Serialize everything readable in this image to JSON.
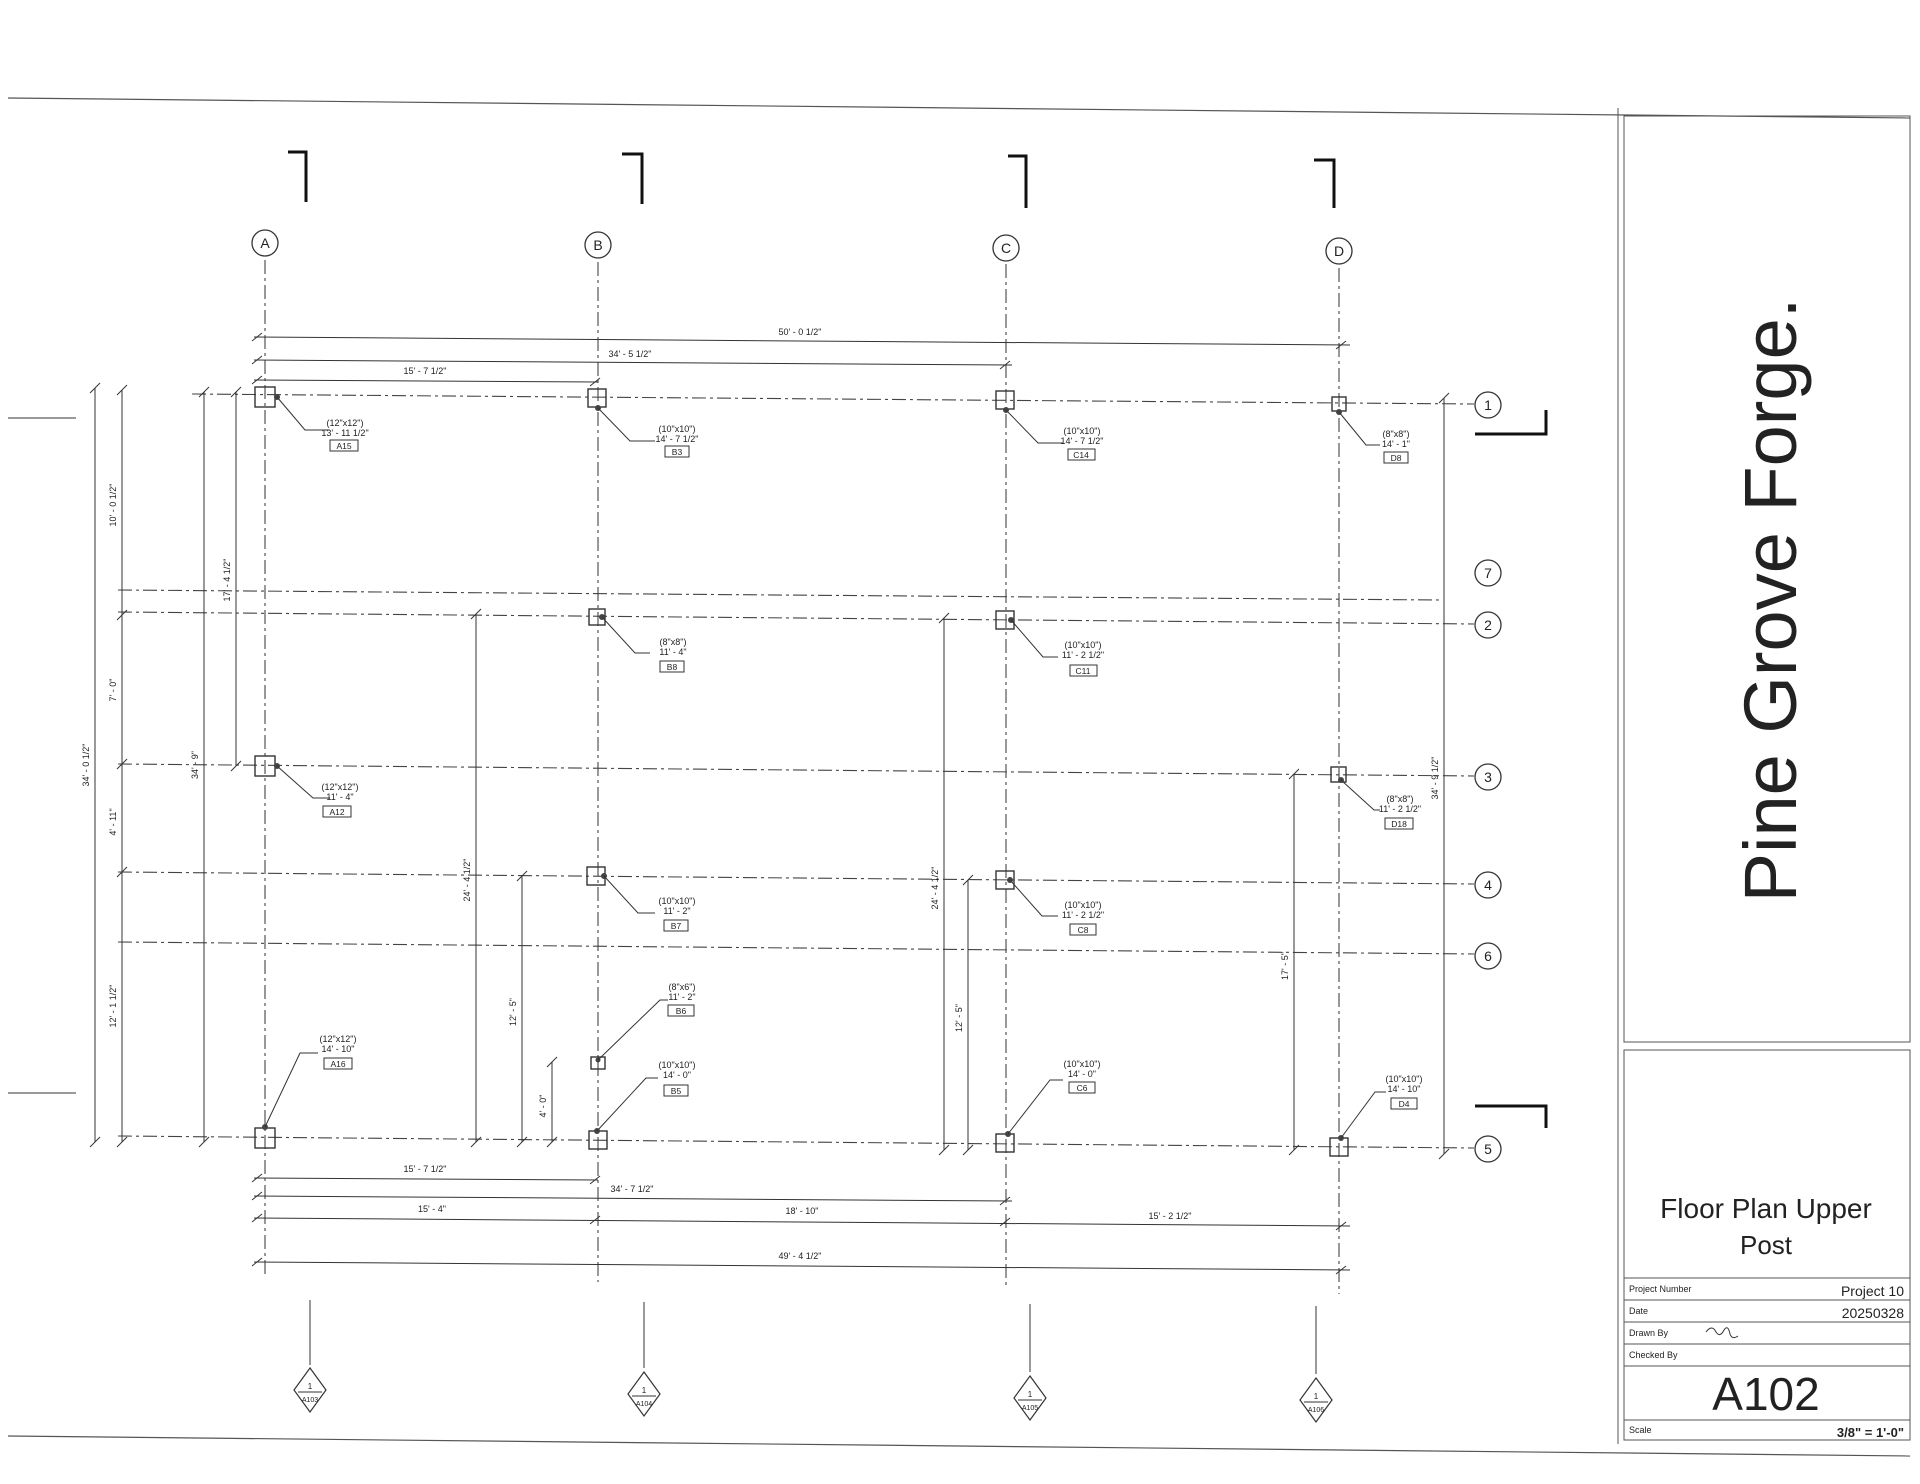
{
  "project": {
    "firm_name": "Pine Grove Forge.",
    "sheet_title_line1": "Floor Plan Upper",
    "sheet_title_line2": "Post",
    "labels": {
      "project_number": "Project Number",
      "date": "Date",
      "drawn_by": "Drawn By",
      "checked_by": "Checked By",
      "scale": "Scale"
    },
    "project_number": "Project 10",
    "date": "20250328",
    "sheet_number": "A102",
    "scale": "3/8\" = 1'-0\""
  },
  "grid_columns": [
    "A",
    "B",
    "C",
    "D"
  ],
  "grid_rows": [
    "1",
    "7",
    "2",
    "3",
    "4",
    "6",
    "5"
  ],
  "dimensions": {
    "top": [
      "50' - 0 1/2\"",
      "34' - 5 1/2\"",
      "15' - 7 1/2\""
    ],
    "bottom": [
      "15' - 7 1/2\"",
      "34' - 7 1/2\"",
      "15' - 4\"",
      "18' - 10\"",
      "15' - 2 1/2\"",
      "49' - 4 1/2\""
    ],
    "left": [
      "10' - 0 1/2\"",
      "7' - 0\"",
      "4' - 11\"",
      "12' - 1 1/2\"",
      "34' - 0 1/2\"",
      "34' - 9\"",
      "17' - 4 1/2\""
    ],
    "interior": [
      "24' - 4 1/2\"",
      "12' - 5\"",
      "4' - 0\"",
      "24' - 4 1/2\"",
      "12' - 5\"",
      "17' - 5\""
    ],
    "right": "34' - 9 1/2\""
  },
  "posts": [
    {
      "id": "A15",
      "size": "(12\"x12\")",
      "height": "13' - 11 1/2\""
    },
    {
      "id": "B3",
      "size": "(10\"x10\")",
      "height": "14' - 7 1/2\""
    },
    {
      "id": "C14",
      "size": "(10\"x10\")",
      "height": "14' - 7 1/2\""
    },
    {
      "id": "D8",
      "size": "(8\"x8\")",
      "height": "14' - 1\""
    },
    {
      "id": "B8",
      "size": "(8\"x8\")",
      "height": "11' - 4\""
    },
    {
      "id": "C11",
      "size": "(10\"x10\")",
      "height": "11' - 2 1/2\""
    },
    {
      "id": "A12",
      "size": "(12\"x12\")",
      "height": "11' - 4\""
    },
    {
      "id": "D18",
      "size": "(8\"x8\")",
      "height": "11' - 2 1/2\""
    },
    {
      "id": "B7",
      "size": "(10\"x10\")",
      "height": "11' - 2\""
    },
    {
      "id": "C8",
      "size": "(10\"x10\")",
      "height": "11' - 2 1/2\""
    },
    {
      "id": "B6",
      "size": "(8\"x6\")",
      "height": "11' - 2\""
    },
    {
      "id": "A16",
      "size": "(12\"x12\")",
      "height": "14' - 10\""
    },
    {
      "id": "B5",
      "size": "(10\"x10\")",
      "height": "14' - 0\""
    },
    {
      "id": "C6",
      "size": "(10\"x10\")",
      "height": "14' - 0\""
    },
    {
      "id": "D4",
      "size": "(10\"x10\")",
      "height": "14' - 10\""
    }
  ],
  "section_markers": [
    {
      "number": "1",
      "sheet": "A103"
    },
    {
      "number": "1",
      "sheet": "A104"
    },
    {
      "number": "1",
      "sheet": "A105"
    },
    {
      "number": "1",
      "sheet": "A106"
    }
  ]
}
